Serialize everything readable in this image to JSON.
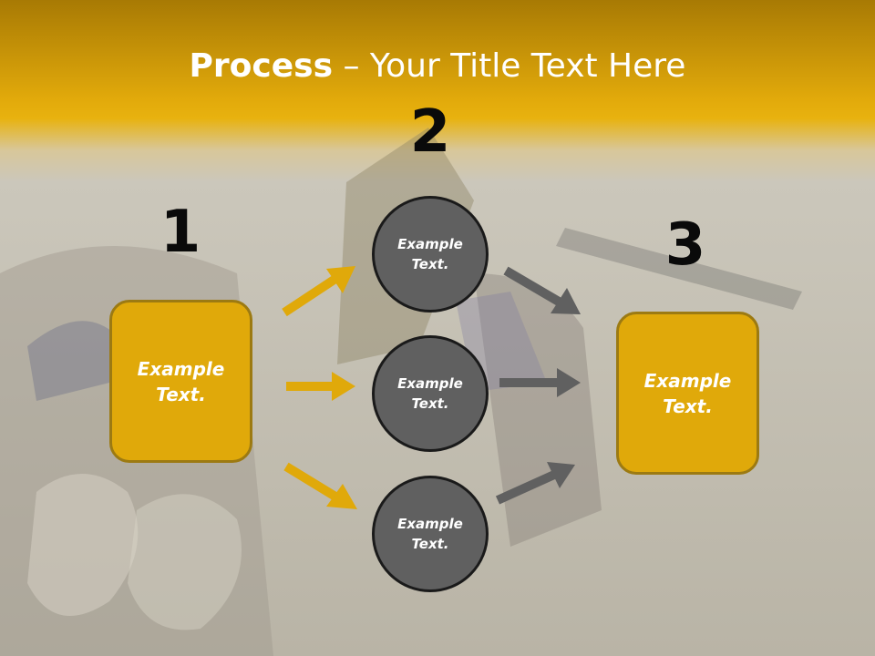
{
  "title": {
    "bold": "Process",
    "rest": " – Your Title Text Here"
  },
  "steps": [
    {
      "number": "1",
      "label": "Example Text."
    },
    {
      "number": "2",
      "labels": [
        "Example Text.",
        "Example Text.",
        "Example Text."
      ]
    },
    {
      "number": "3",
      "label": "Example Text."
    }
  ],
  "colors": {
    "accent": "#e0a90a",
    "circle": "#606060",
    "arrow_gold": "#e0a90a",
    "arrow_gray": "#606060"
  }
}
